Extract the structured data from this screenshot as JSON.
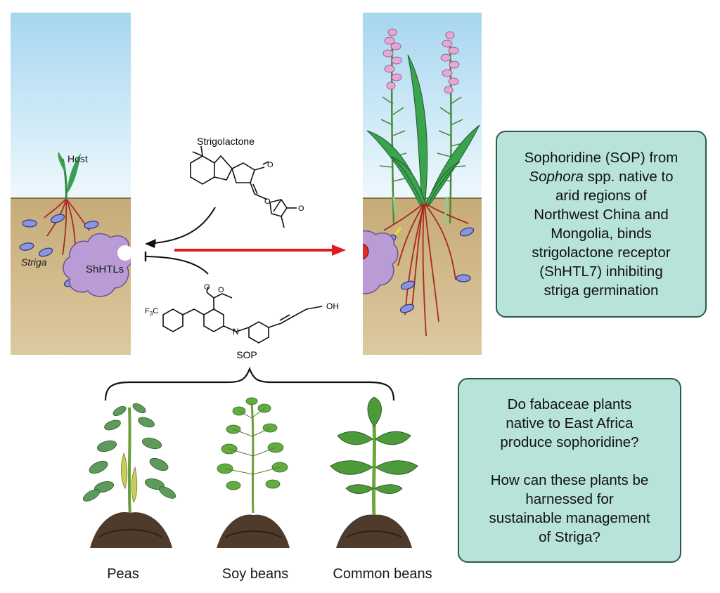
{
  "left_panel": {
    "host_label": "Host",
    "striga_label": "Striga",
    "receptor_label": "ShHTLs"
  },
  "center": {
    "strigolactone_label": "Strigolactone",
    "sop_label": "SOP",
    "oh_label": "OH",
    "cf3_prefix": "F",
    "cf3_sub": "3",
    "cf3_suffix": "C",
    "n_label": "N",
    "o_label": "O"
  },
  "info_box_1": {
    "lines": [
      "Sophoridine (SOP) from",
      "Sophora",
      " spp. native to",
      "arid regions of",
      "Northwest China and",
      "Mongolia, binds",
      "strigolactone receptor",
      "(ShHTL7) inhibiting",
      "striga germination"
    ]
  },
  "info_box_2": {
    "question_1": [
      "Do fabaceae plants",
      "native to East Africa",
      "produce sophoridine?"
    ],
    "question_2": [
      "How can these plants be",
      "harnessed for",
      "sustainable management",
      "of Striga?"
    ]
  },
  "plants": [
    {
      "label": "Peas"
    },
    {
      "label": "Soy beans"
    },
    {
      "label": "Common beans"
    }
  ],
  "colors": {
    "sky_top": "#b9def2",
    "soil": "#cbb383",
    "info_box_fill": "#b8e3da",
    "info_box_border": "#2f5a4a",
    "receptor": "#b99bd6",
    "seed": "#8a95de",
    "arrow_red": "#e11b1b",
    "root_red": "#a82a22"
  }
}
